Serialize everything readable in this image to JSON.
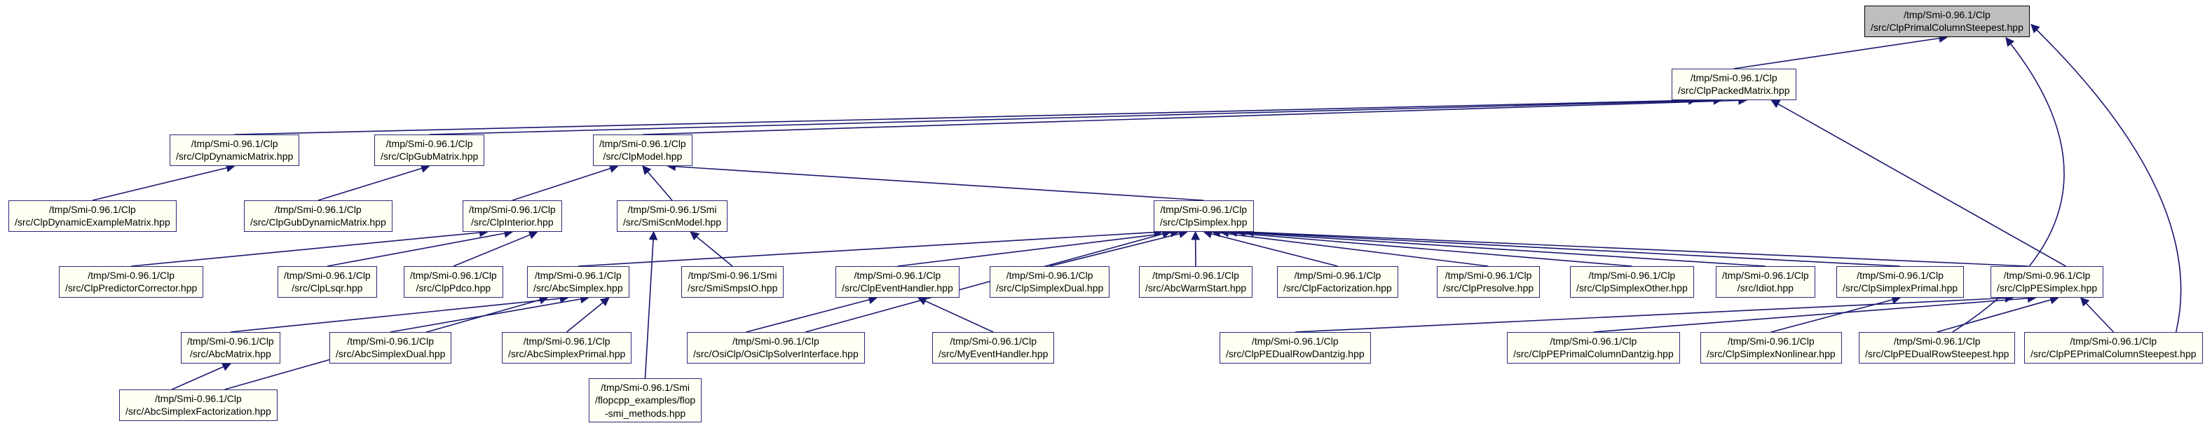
{
  "colors": {
    "edge": "#191970",
    "node_border": "#2a2a7a",
    "node_bg": "#fffff4",
    "node_text": "#000000",
    "root_bg": "#bebebe",
    "root_border": "#000000",
    "background": "#ffffff"
  },
  "diagram": {
    "type": "doxygen-included-by-graph",
    "root_file": "/tmp/Smi-0.96.1/Clp/src/ClpPrimalColumnSteepest.hpp",
    "nodes": [
      {
        "id": "root",
        "lines": [
          "/tmp/Smi-0.96.1/Clp",
          "/src/ClpPrimalColumnSteepest.hpp"
        ],
        "highlighted": true
      },
      {
        "id": "packed",
        "lines": [
          "/tmp/Smi-0.96.1/Clp",
          "/src/ClpPackedMatrix.hpp"
        ],
        "highlighted": false
      },
      {
        "id": "dynmat",
        "lines": [
          "/tmp/Smi-0.96.1/Clp",
          "/src/ClpDynamicMatrix.hpp"
        ],
        "highlighted": false
      },
      {
        "id": "gubmat",
        "lines": [
          "/tmp/Smi-0.96.1/Clp",
          "/src/ClpGubMatrix.hpp"
        ],
        "highlighted": false
      },
      {
        "id": "model",
        "lines": [
          "/tmp/Smi-0.96.1/Clp",
          "/src/ClpModel.hpp"
        ],
        "highlighted": false
      },
      {
        "id": "dynex",
        "lines": [
          "/tmp/Smi-0.96.1/Clp",
          "/src/ClpDynamicExampleMatrix.hpp"
        ],
        "highlighted": false
      },
      {
        "id": "gubdyn",
        "lines": [
          "/tmp/Smi-0.96.1/Clp",
          "/src/ClpGubDynamicMatrix.hpp"
        ],
        "highlighted": false
      },
      {
        "id": "interior",
        "lines": [
          "/tmp/Smi-0.96.1/Clp",
          "/src/ClpInterior.hpp"
        ],
        "highlighted": false
      },
      {
        "id": "smiscn",
        "lines": [
          "/tmp/Smi-0.96.1/Smi",
          "/src/SmiScnModel.hpp"
        ],
        "highlighted": false
      },
      {
        "id": "simplex",
        "lines": [
          "/tmp/Smi-0.96.1/Clp",
          "/src/ClpSimplex.hpp"
        ],
        "highlighted": false
      },
      {
        "id": "predcorr",
        "lines": [
          "/tmp/Smi-0.96.1/Clp",
          "/src/ClpPredictorCorrector.hpp"
        ],
        "highlighted": false
      },
      {
        "id": "lsqr",
        "lines": [
          "/tmp/Smi-0.96.1/Clp",
          "/src/ClpLsqr.hpp"
        ],
        "highlighted": false
      },
      {
        "id": "pdco",
        "lines": [
          "/tmp/Smi-0.96.1/Clp",
          "/src/ClpPdco.hpp"
        ],
        "highlighted": false
      },
      {
        "id": "abcsimplex",
        "lines": [
          "/tmp/Smi-0.96.1/Clp",
          "/src/AbcSimplex.hpp"
        ],
        "highlighted": false
      },
      {
        "id": "smismps",
        "lines": [
          "/tmp/Smi-0.96.1/Smi",
          "/src/SmiSmpsIO.hpp"
        ],
        "highlighted": false
      },
      {
        "id": "eventh",
        "lines": [
          "/tmp/Smi-0.96.1/Clp",
          "/src/ClpEventHandler.hpp"
        ],
        "highlighted": false
      },
      {
        "id": "simplexdual",
        "lines": [
          "/tmp/Smi-0.96.1/Clp",
          "/src/ClpSimplexDual.hpp"
        ],
        "highlighted": false
      },
      {
        "id": "abcwarm",
        "lines": [
          "/tmp/Smi-0.96.1/Clp",
          "/src/AbcWarmStart.hpp"
        ],
        "highlighted": false
      },
      {
        "id": "factor",
        "lines": [
          "/tmp/Smi-0.96.1/Clp",
          "/src/ClpFactorization.hpp"
        ],
        "highlighted": false
      },
      {
        "id": "presolve",
        "lines": [
          "/tmp/Smi-0.96.1/Clp",
          "/src/ClpPresolve.hpp"
        ],
        "highlighted": false
      },
      {
        "id": "simplexother",
        "lines": [
          "/tmp/Smi-0.96.1/Clp",
          "/src/ClpSimplexOther.hpp"
        ],
        "highlighted": false
      },
      {
        "id": "idiot",
        "lines": [
          "/tmp/Smi-0.96.1/Clp",
          "/src/Idiot.hpp"
        ],
        "highlighted": false
      },
      {
        "id": "simplexprimal",
        "lines": [
          "/tmp/Smi-0.96.1/Clp",
          "/src/ClpSimplexPrimal.hpp"
        ],
        "highlighted": false
      },
      {
        "id": "pesimplex",
        "lines": [
          "/tmp/Smi-0.96.1/Clp",
          "/src/ClpPESimplex.hpp"
        ],
        "highlighted": false
      },
      {
        "id": "abcmatrix",
        "lines": [
          "/tmp/Smi-0.96.1/Clp",
          "/src/AbcMatrix.hpp"
        ],
        "highlighted": false
      },
      {
        "id": "abcsimplexdual",
        "lines": [
          "/tmp/Smi-0.96.1/Clp",
          "/src/AbcSimplexDual.hpp"
        ],
        "highlighted": false
      },
      {
        "id": "abcsimplexprimal",
        "lines": [
          "/tmp/Smi-0.96.1/Clp",
          "/src/AbcSimplexPrimal.hpp"
        ],
        "highlighted": false
      },
      {
        "id": "osiclp",
        "lines": [
          "/tmp/Smi-0.96.1/Clp",
          "/src/OsiClp/OsiClpSolverInterface.hpp"
        ],
        "highlighted": false
      },
      {
        "id": "myeventh",
        "lines": [
          "/tmp/Smi-0.96.1/Clp",
          "/src/MyEventHandler.hpp"
        ],
        "highlighted": false
      },
      {
        "id": "pedualrowdantzig",
        "lines": [
          "/tmp/Smi-0.96.1/Clp",
          "/src/ClpPEDualRowDantzig.hpp"
        ],
        "highlighted": false
      },
      {
        "id": "peprimalcoldantzig",
        "lines": [
          "/tmp/Smi-0.96.1/Clp",
          "/src/ClpPEPrimalColumnDantzig.hpp"
        ],
        "highlighted": false
      },
      {
        "id": "simplexnonlinear",
        "lines": [
          "/tmp/Smi-0.96.1/Clp",
          "/src/ClpSimplexNonlinear.hpp"
        ],
        "highlighted": false
      },
      {
        "id": "pedualrowsteepest",
        "lines": [
          "/tmp/Smi-0.96.1/Clp",
          "/src/ClpPEDualRowSteepest.hpp"
        ],
        "highlighted": false
      },
      {
        "id": "peprimalcolsteepest",
        "lines": [
          "/tmp/Smi-0.96.1/Clp",
          "/src/ClpPEPrimalColumnSteepest.hpp"
        ],
        "highlighted": false
      },
      {
        "id": "abcfact",
        "lines": [
          "/tmp/Smi-0.96.1/Clp",
          "/src/AbcSimplexFactorization.hpp"
        ],
        "highlighted": false
      },
      {
        "id": "flop",
        "lines": [
          "/tmp/Smi-0.96.1/Smi",
          "/flopcpp_examples/flop",
          "-smi_methods.hpp"
        ],
        "highlighted": false
      }
    ],
    "edges": [
      {
        "from": "packed",
        "to": "root"
      },
      {
        "from": "peprimalcolsteepest",
        "to": "root",
        "style": "side1"
      },
      {
        "from": "pedualrowsteepest",
        "to": "root",
        "style": "side2"
      },
      {
        "from": "dynmat",
        "to": "packed"
      },
      {
        "from": "gubmat",
        "to": "packed"
      },
      {
        "from": "model",
        "to": "packed"
      },
      {
        "from": "pesimplex",
        "to": "packed"
      },
      {
        "from": "dynex",
        "to": "dynmat"
      },
      {
        "from": "gubdyn",
        "to": "gubmat"
      },
      {
        "from": "interior",
        "to": "model"
      },
      {
        "from": "smiscn",
        "to": "model"
      },
      {
        "from": "simplex",
        "to": "model"
      },
      {
        "from": "predcorr",
        "to": "interior"
      },
      {
        "from": "lsqr",
        "to": "interior"
      },
      {
        "from": "pdco",
        "to": "interior"
      },
      {
        "from": "smismps",
        "to": "smiscn"
      },
      {
        "from": "flop",
        "to": "smiscn"
      },
      {
        "from": "abcsimplex",
        "to": "simplex"
      },
      {
        "from": "eventh",
        "to": "simplex"
      },
      {
        "from": "simplexdual",
        "to": "simplex"
      },
      {
        "from": "abcwarm",
        "to": "simplex"
      },
      {
        "from": "factor",
        "to": "simplex"
      },
      {
        "from": "presolve",
        "to": "simplex"
      },
      {
        "from": "simplexother",
        "to": "simplex"
      },
      {
        "from": "idiot",
        "to": "simplex"
      },
      {
        "from": "simplexprimal",
        "to": "simplex"
      },
      {
        "from": "pesimplex",
        "to": "simplex"
      },
      {
        "from": "osiclp",
        "to": "simplex"
      },
      {
        "from": "abcmatrix",
        "to": "abcsimplex"
      },
      {
        "from": "abcsimplexdual",
        "to": "abcsimplex"
      },
      {
        "from": "abcsimplexprimal",
        "to": "abcsimplex"
      },
      {
        "from": "abcfact",
        "to": "abcsimplex"
      },
      {
        "from": "abcfact",
        "to": "abcmatrix"
      },
      {
        "from": "osiclp",
        "to": "eventh"
      },
      {
        "from": "myeventh",
        "to": "eventh"
      },
      {
        "from": "simplexnonlinear",
        "to": "simplexprimal"
      },
      {
        "from": "pedualrowdantzig",
        "to": "pesimplex"
      },
      {
        "from": "peprimalcoldantzig",
        "to": "pesimplex"
      },
      {
        "from": "pedualrowsteepest",
        "to": "pesimplex"
      },
      {
        "from": "peprimalcolsteepest",
        "to": "pesimplex"
      }
    ]
  }
}
